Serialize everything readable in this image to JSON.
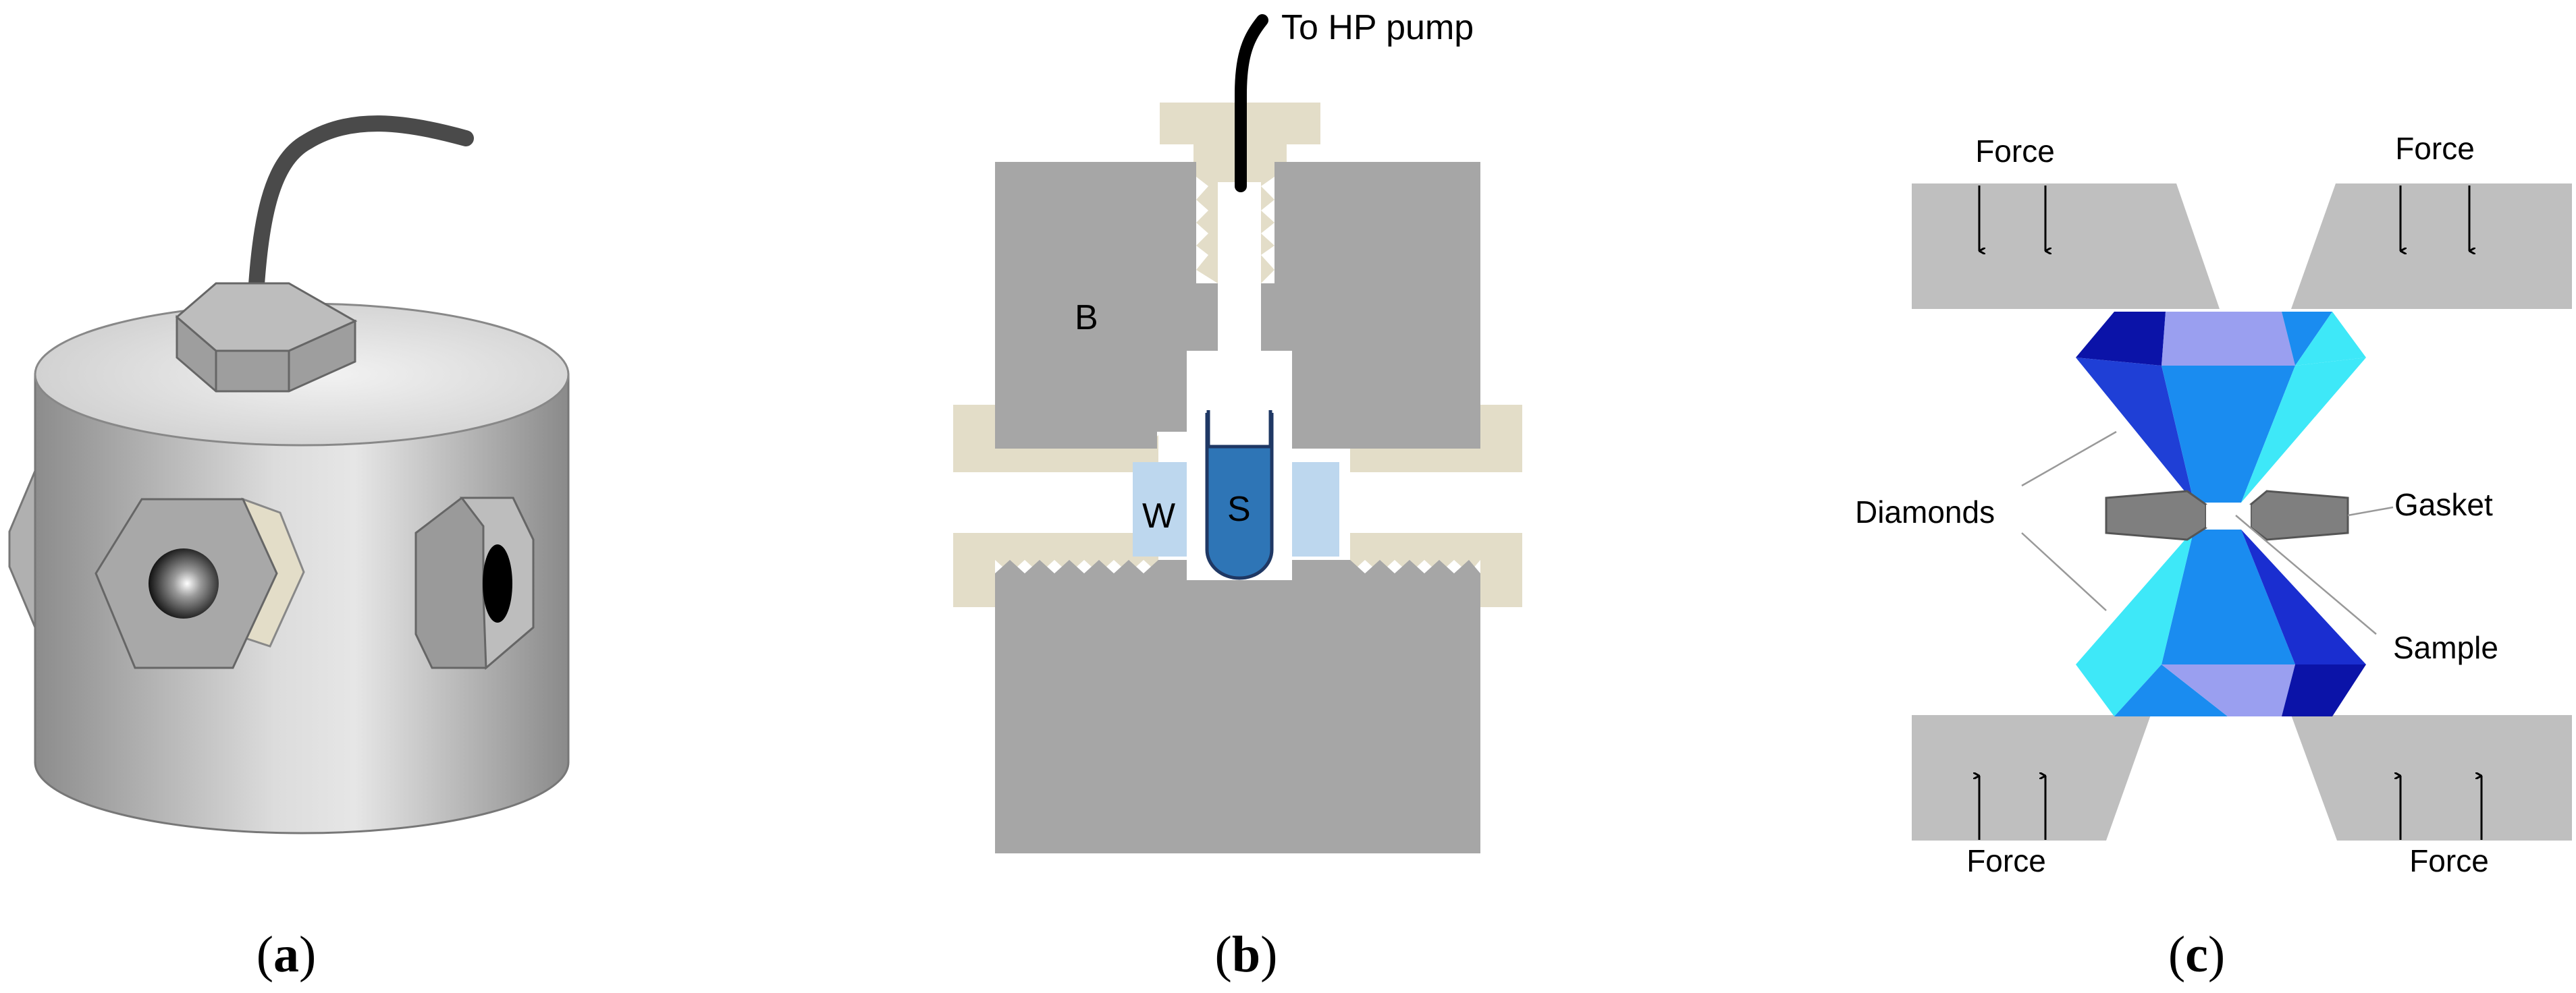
{
  "colors": {
    "steel_gray": "#a6a6a6",
    "thread_beige": "#e3ddc8",
    "window_blue": "#bdd7ee",
    "sample_blue": "#2e75b6",
    "diamond_dark": "#1f3fd6",
    "diamond_mid": "#1a8cf0",
    "diamond_cyan": "#3ee8f8",
    "diamond_violet": "#9a9ff0",
    "diamond_navy": "#0b13a8",
    "gasket_gray": "#7f7f7f"
  },
  "panel_a": {
    "caption_letter": "a",
    "icons": [
      "cylinder-body",
      "top-hex-nut",
      "cable",
      "window-nut-front",
      "window-nut-right",
      "window-nut-left"
    ]
  },
  "panel_b": {
    "caption_letter": "b",
    "pump_label": "To HP pump",
    "block_label": "B",
    "window_label": "W",
    "sample_label": "S"
  },
  "panel_c": {
    "caption_letter": "c",
    "force_labels": [
      "Force",
      "Force",
      "Force",
      "Force"
    ],
    "diamonds_label": "Diamonds",
    "gasket_label": "Gasket",
    "sample_label": "Sample"
  }
}
